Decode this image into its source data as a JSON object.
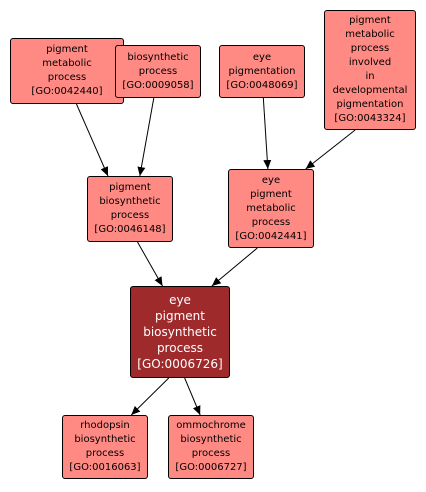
{
  "colors": {
    "node_fill": "#ff8a84",
    "focus_fill": "#9e2a2b",
    "focus_text": "#ffffff",
    "edge": "#000000"
  },
  "nodes": [
    {
      "id": "GO:0042440",
      "lines": [
        "pigment",
        "metabolic",
        "process",
        "[GO:0042440]"
      ]
    },
    {
      "id": "GO:0009058",
      "lines": [
        "biosynthetic",
        "process",
        "[GO:0009058]"
      ]
    },
    {
      "id": "GO:0048069",
      "lines": [
        "eye",
        "pigmentation",
        "[GO:0048069]"
      ]
    },
    {
      "id": "GO:0043324",
      "lines": [
        "pigment",
        "metabolic",
        "process",
        "involved",
        "in",
        "developmental",
        "pigmentation",
        "[GO:0043324]"
      ]
    },
    {
      "id": "GO:0046148",
      "lines": [
        "pigment",
        "biosynthetic",
        "process",
        "[GO:0046148]"
      ]
    },
    {
      "id": "GO:0042441",
      "lines": [
        "eye",
        "pigment",
        "metabolic",
        "process",
        "[GO:0042441]"
      ]
    },
    {
      "id": "GO:0006726",
      "lines": [
        "eye",
        "pigment",
        "biosynthetic",
        "process",
        "[GO:0006726]"
      ],
      "focus": true
    },
    {
      "id": "GO:0016063",
      "lines": [
        "rhodopsin",
        "biosynthetic",
        "process",
        "[GO:0016063]"
      ]
    },
    {
      "id": "GO:0006727",
      "lines": [
        "ommochrome",
        "biosynthetic",
        "process",
        "[GO:0006727]"
      ]
    }
  ],
  "edges": [
    {
      "from": "GO:0042440",
      "to": "GO:0046148"
    },
    {
      "from": "GO:0009058",
      "to": "GO:0046148"
    },
    {
      "from": "GO:0048069",
      "to": "GO:0042441"
    },
    {
      "from": "GO:0043324",
      "to": "GO:0042441"
    },
    {
      "from": "GO:0046148",
      "to": "GO:0006726"
    },
    {
      "from": "GO:0042441",
      "to": "GO:0006726"
    },
    {
      "from": "GO:0006726",
      "to": "GO:0016063"
    },
    {
      "from": "GO:0006726",
      "to": "GO:0006727"
    }
  ]
}
